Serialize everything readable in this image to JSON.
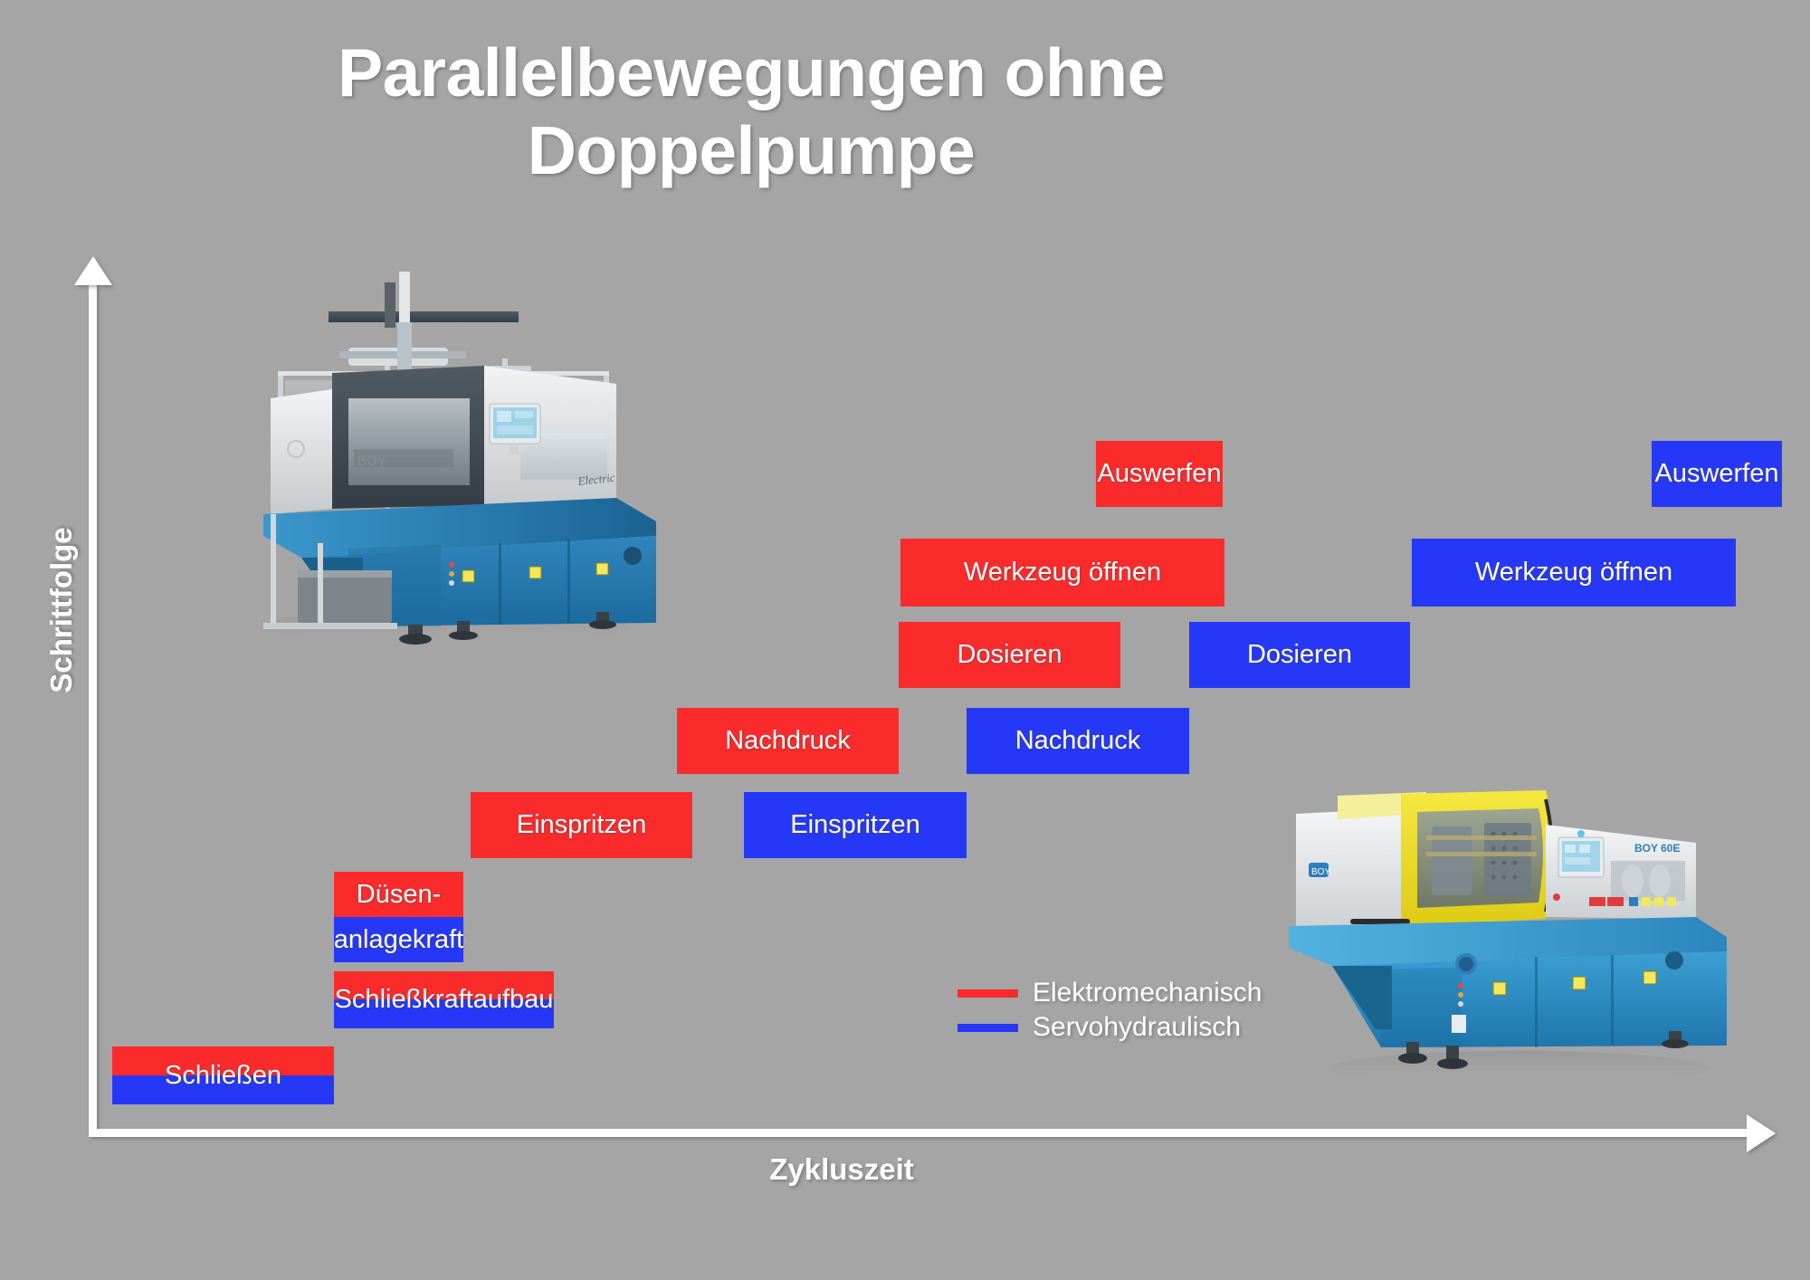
{
  "title": "Parallelbewegungen ohne\nDoppelpumpe",
  "axes": {
    "y_label": "Schrittfolge",
    "x_label": "Zykluszeit"
  },
  "legend": {
    "items": [
      {
        "label": "Elektromechanisch",
        "color": "#fc2b2b",
        "key": "elektromechanisch"
      },
      {
        "label": "Servohydraulisch",
        "color": "#2638f7",
        "key": "servohydraulisch"
      }
    ]
  },
  "colors": {
    "background": "#a5a5a5",
    "red": "#fc2b2b",
    "blue": "#2638f7",
    "axis": "#ffffff",
    "text": "#ffffff"
  },
  "machines": {
    "left": {
      "alt": "BOY Electric Spritzgiessmaschine mit Handlinggeraet",
      "brand": "BOY",
      "variant": "Electric"
    },
    "right": {
      "alt": "BOY 60E Spritzgiessmaschine mit gelber Schutzhaube",
      "brand": "BOY",
      "variant": "60E"
    }
  },
  "chart_data": {
    "type": "bar",
    "title": "Parallelbewegungen ohne Doppelpumpe",
    "xlabel": "Zykluszeit",
    "ylabel": "Schrittfolge",
    "orientation": "horizontal",
    "grid": false,
    "legend_position": "inside-bottom-center",
    "series": [
      {
        "name": "Elektromechanisch",
        "color": "#fc2b2b"
      },
      {
        "name": "Servohydraulisch",
        "color": "#2638f7"
      }
    ],
    "steps": [
      {
        "step": 1,
        "label": "Schließen",
        "label_mode": "shared",
        "bars": [
          {
            "series": "Elektromechanisch",
            "x_start": 124,
            "x_end": 369,
            "y_top": 1156,
            "y_bottom": 1188
          },
          {
            "series": "Servohydraulisch",
            "x_start": 124,
            "x_end": 369,
            "y_top": 1188,
            "y_bottom": 1220
          }
        ]
      },
      {
        "step": 2,
        "label": "Schließkraftaufbau",
        "label_mode": "shared",
        "bars": [
          {
            "series": "Elektromechanisch",
            "x_start": 369,
            "x_end": 612,
            "y_top": 1073,
            "y_bottom": 1104
          },
          {
            "series": "Servohydraulisch",
            "x_start": 369,
            "x_end": 612,
            "y_top": 1104,
            "y_bottom": 1136
          }
        ]
      },
      {
        "step": 3,
        "label_top": "Düsen-",
        "label_bottom": "anlagekraft",
        "label_mode": "split",
        "bars": [
          {
            "series": "Elektromechanisch",
            "x_start": 369,
            "x_end": 512,
            "y_top": 963,
            "y_bottom": 1013
          },
          {
            "series": "Servohydraulisch",
            "x_start": 369,
            "x_end": 512,
            "y_top": 1013,
            "y_bottom": 1063
          }
        ]
      },
      {
        "step": 4,
        "label": "Einspritzen",
        "label_mode": "separate",
        "bars": [
          {
            "series": "Elektromechanisch",
            "x_start": 520,
            "x_end": 765,
            "y_top": 875,
            "y_bottom": 948
          },
          {
            "series": "Servohydraulisch",
            "x_start": 822,
            "x_end": 1068,
            "y_top": 875,
            "y_bottom": 948
          }
        ]
      },
      {
        "step": 5,
        "label": "Nachdruck",
        "label_mode": "separate",
        "bars": [
          {
            "series": "Elektromechanisch",
            "x_start": 748,
            "x_end": 993,
            "y_top": 782,
            "y_bottom": 855
          },
          {
            "series": "Servohydraulisch",
            "x_start": 1068,
            "x_end": 1314,
            "y_top": 782,
            "y_bottom": 855
          }
        ]
      },
      {
        "step": 6,
        "label": "Dosieren",
        "label_mode": "separate",
        "bars": [
          {
            "series": "Elektromechanisch",
            "x_start": 993,
            "x_end": 1238,
            "y_top": 687,
            "y_bottom": 760
          },
          {
            "series": "Servohydraulisch",
            "x_start": 1314,
            "x_end": 1558,
            "y_top": 687,
            "y_bottom": 760
          }
        ]
      },
      {
        "step": 7,
        "label": "Werkzeug öffnen",
        "label_mode": "separate",
        "bars": [
          {
            "series": "Elektromechanisch",
            "x_start": 995,
            "x_end": 1353,
            "y_top": 595,
            "y_bottom": 670
          },
          {
            "series": "Servohydraulisch",
            "x_start": 1560,
            "x_end": 1918,
            "y_top": 595,
            "y_bottom": 670
          }
        ]
      },
      {
        "step": 8,
        "label": "Auswerfen",
        "label_mode": "separate",
        "bars": [
          {
            "series": "Elektromechanisch",
            "x_start": 1211,
            "x_end": 1351,
            "y_top": 487,
            "y_bottom": 560
          },
          {
            "series": "Servohydraulisch",
            "x_start": 1825,
            "x_end": 1969,
            "y_top": 487,
            "y_bottom": 560
          }
        ]
      }
    ],
    "labels": {
      "schliessen": "Schließen",
      "schliesskraftaufbau": "Schließkraftaufbau",
      "duesen_top": "Düsen-",
      "duesen_bottom": "anlagekraft",
      "einspritzen_red": "Einspritzen",
      "einspritzen_blue": "Einspritzen",
      "nachdruck_red": "Nachdruck",
      "nachdruck_blue": "Nachdruck",
      "dosieren_red": "Dosieren",
      "dosieren_blue": "Dosieren",
      "werkzeug_red": "Werkzeug öffnen",
      "werkzeug_blue": "Werkzeug öffnen",
      "auswerfen_red": "Auswerfen",
      "auswerfen_blue": "Auswerfen"
    }
  }
}
